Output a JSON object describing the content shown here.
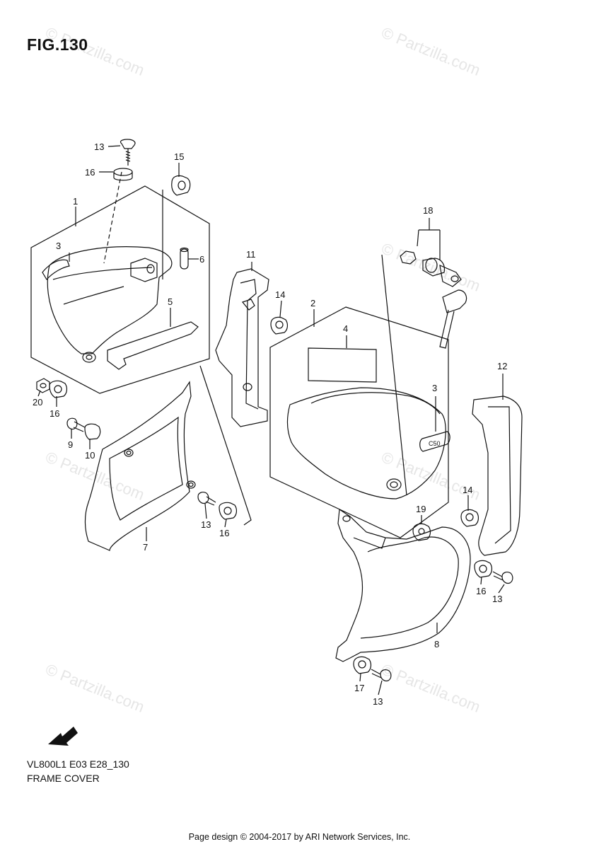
{
  "figure_title": "FIG.130",
  "watermark": "© Partzilla.com",
  "part_callouts": {
    "p1": "1",
    "p2": "2",
    "p3a": "3",
    "p3b": "3",
    "p4": "4",
    "p5": "5",
    "p6": "6",
    "p7": "7",
    "p8": "8",
    "p9": "9",
    "p10": "10",
    "p11": "11",
    "p12": "12",
    "p13a": "13",
    "p13b": "13",
    "p13c": "13",
    "p13d": "13",
    "p14a": "14",
    "p14b": "14",
    "p15": "15",
    "p16a": "16",
    "p16b": "16",
    "p16c": "16",
    "p16d": "16",
    "p17": "17",
    "p18": "18",
    "p19": "19",
    "p20": "20"
  },
  "fwd_label": "FWD",
  "model_code": "VL800L1 E03 E28_130",
  "section_name": "FRAME COVER",
  "copyright": "Page design © 2004-2017 by ARI Network Services, Inc."
}
